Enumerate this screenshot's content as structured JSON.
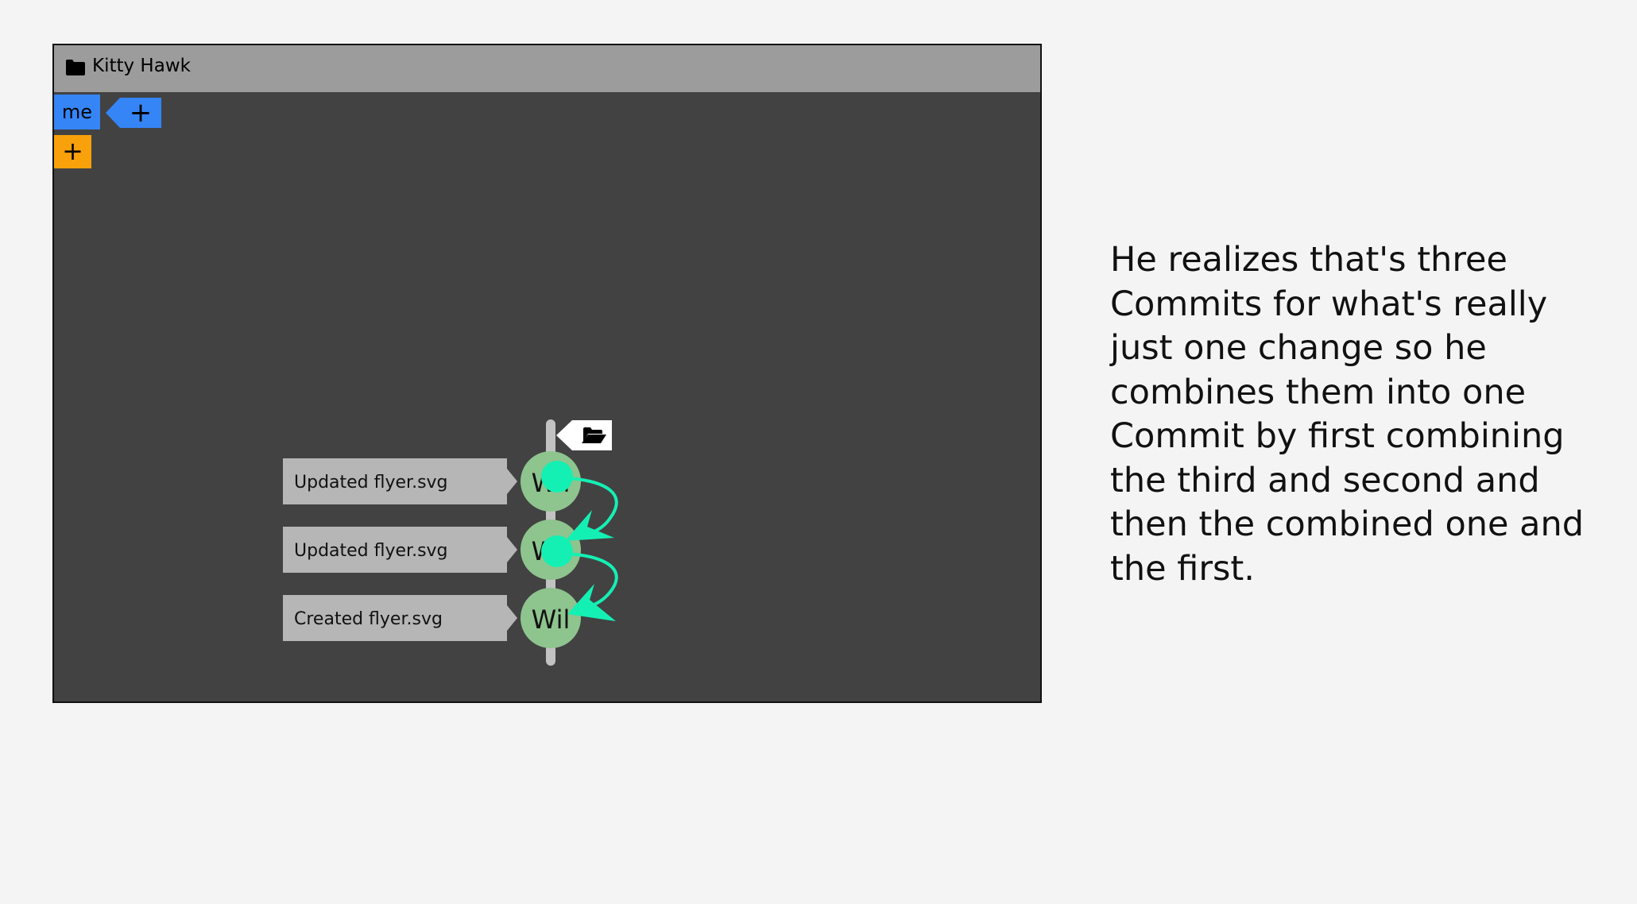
{
  "repo": {
    "title": "Kitty Hawk",
    "title_icon": "folder-icon"
  },
  "branches": [
    {
      "label": "me",
      "color": "#3585f7"
    }
  ],
  "branch_add_label": "+",
  "remote_add_label": "+",
  "commits": [
    {
      "message": "Updated flyer.svg",
      "author_initials": "Wil"
    },
    {
      "message": "Updated flyer.svg",
      "author_initials": "Wil"
    },
    {
      "message": "Created flyer.svg",
      "author_initials": "Wil"
    }
  ],
  "head_icon": "folder-open-icon",
  "colors": {
    "canvas": "#424242",
    "titlebar": "#9c9c9c",
    "branch": "#3585f7",
    "remote": "#f8a10a",
    "commit_node": "#8ec48e",
    "squash_arrow": "#14f0b4",
    "commit_label": "#b6b6b6"
  },
  "caption": "He realizes that's three Commits for what's really just one change so he combines them into one Commit by first combining the third and second and then the combined one and the first."
}
